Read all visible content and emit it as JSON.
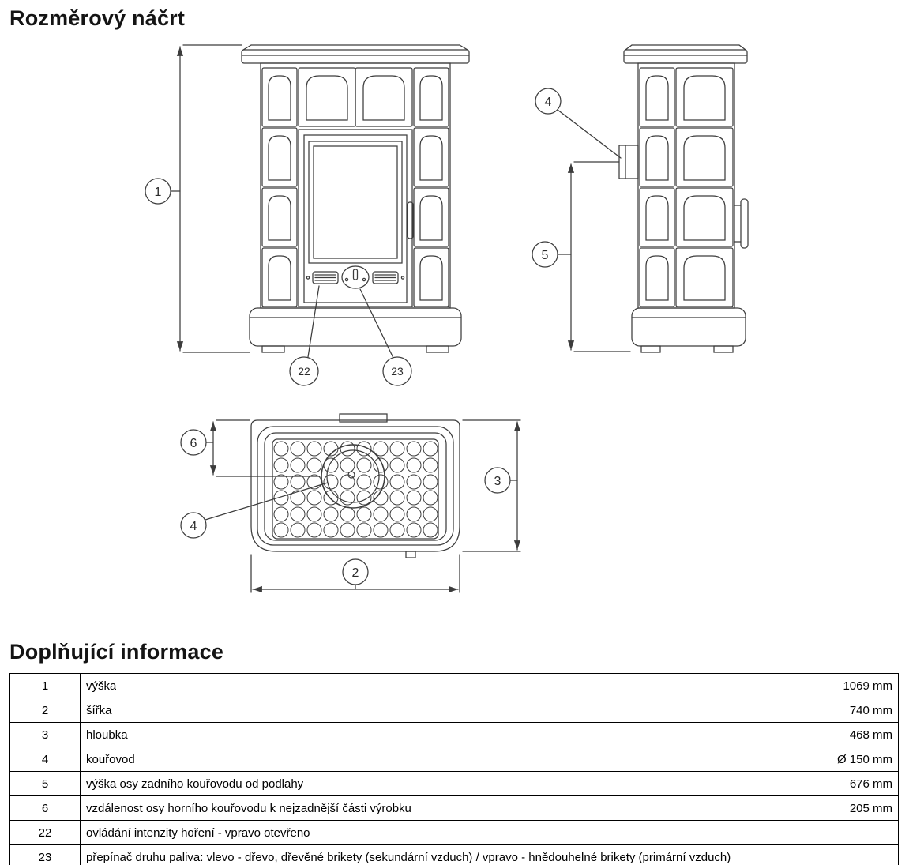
{
  "headings": {
    "dimension_sketch": "Rozměrový náčrt",
    "additional_info": "Doplňující informace"
  },
  "diagram": {
    "stroke_color": "#3c3c3c",
    "callouts": {
      "height": "1",
      "width": "2",
      "depth": "3",
      "flue": "4",
      "rear_flue_axis_height": "5",
      "top_flue_axis_distance": "6",
      "intensity_control": "22",
      "fuel_switch": "23"
    }
  },
  "table": {
    "rows": [
      {
        "num": "1",
        "desc": "výška",
        "value": "1069 mm"
      },
      {
        "num": "2",
        "desc": "šířka",
        "value": "740 mm"
      },
      {
        "num": "3",
        "desc": "hloubka",
        "value": "468 mm"
      },
      {
        "num": "4",
        "desc": "kouřovod",
        "value": "Ø 150 mm"
      },
      {
        "num": "5",
        "desc": "výška osy zadního kouřovodu od podlahy",
        "value": "676 mm"
      },
      {
        "num": "6",
        "desc": "vzdálenost osy horního kouřovodu k nejzadnější části výrobku",
        "value": "205 mm"
      },
      {
        "num": "22",
        "desc": "ovládání intenzity hoření - vpravo otevřeno",
        "value": ""
      },
      {
        "num": "23",
        "desc": "přepínač druhu paliva: vlevo - dřevo, dřevěné brikety (sekundární vzduch) / vpravo - hnědouhelné brikety (primární vzduch)",
        "value": ""
      }
    ]
  }
}
